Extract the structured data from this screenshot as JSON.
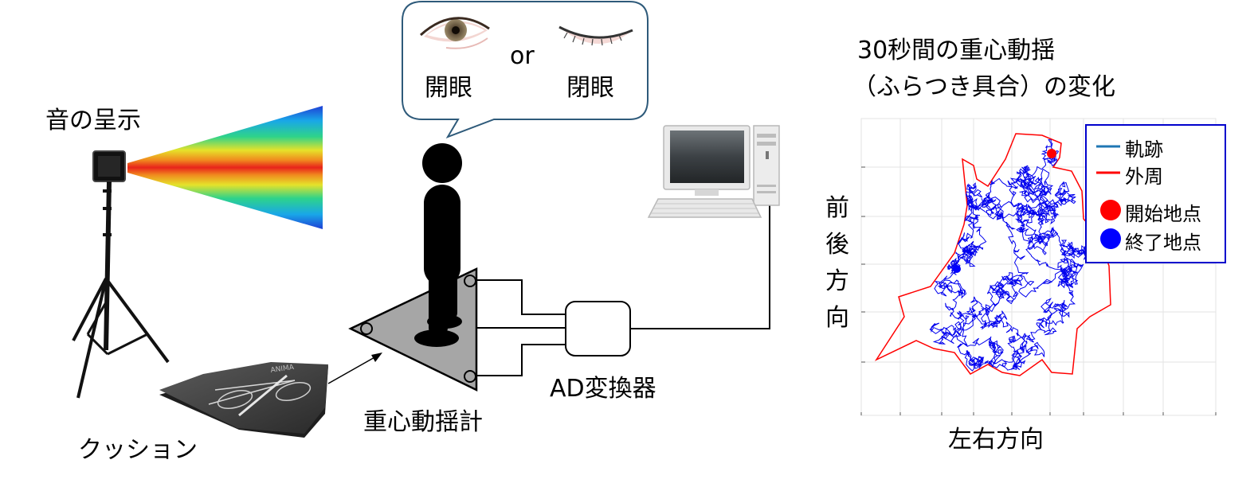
{
  "labels": {
    "sound_presentation": "音の呈示",
    "cushion": "クッション",
    "cushion_brand": "ANIMA",
    "balance_meter": "重心動揺計",
    "ad_converter": "AD変換器",
    "or_text": "or",
    "eyes_open": "開眼",
    "eyes_closed": "閉眼",
    "chart_title_line1": "30秒間の重心動揺",
    "chart_title_line2": "（ふらつき具合）の変化",
    "axis_y": [
      "前",
      "後",
      "方",
      "向"
    ],
    "axis_x": "左右方向"
  },
  "legend": [
    {
      "label": "軌跡",
      "color": "#1f77b4",
      "marker": "line"
    },
    {
      "label": "外周",
      "color": "#ff0000",
      "marker": "line"
    },
    {
      "label": "開始地点",
      "color": "#ff0000",
      "marker": "dot"
    },
    {
      "label": "終了地点",
      "color": "#0000ff",
      "marker": "dot"
    }
  ],
  "colors": {
    "trajectory": "#0000ee",
    "perimeter": "#ff0000",
    "legend_border": "#0000cc",
    "meter_fill": "#a6a6a6",
    "bubble_border": "#2e5a7a"
  }
}
